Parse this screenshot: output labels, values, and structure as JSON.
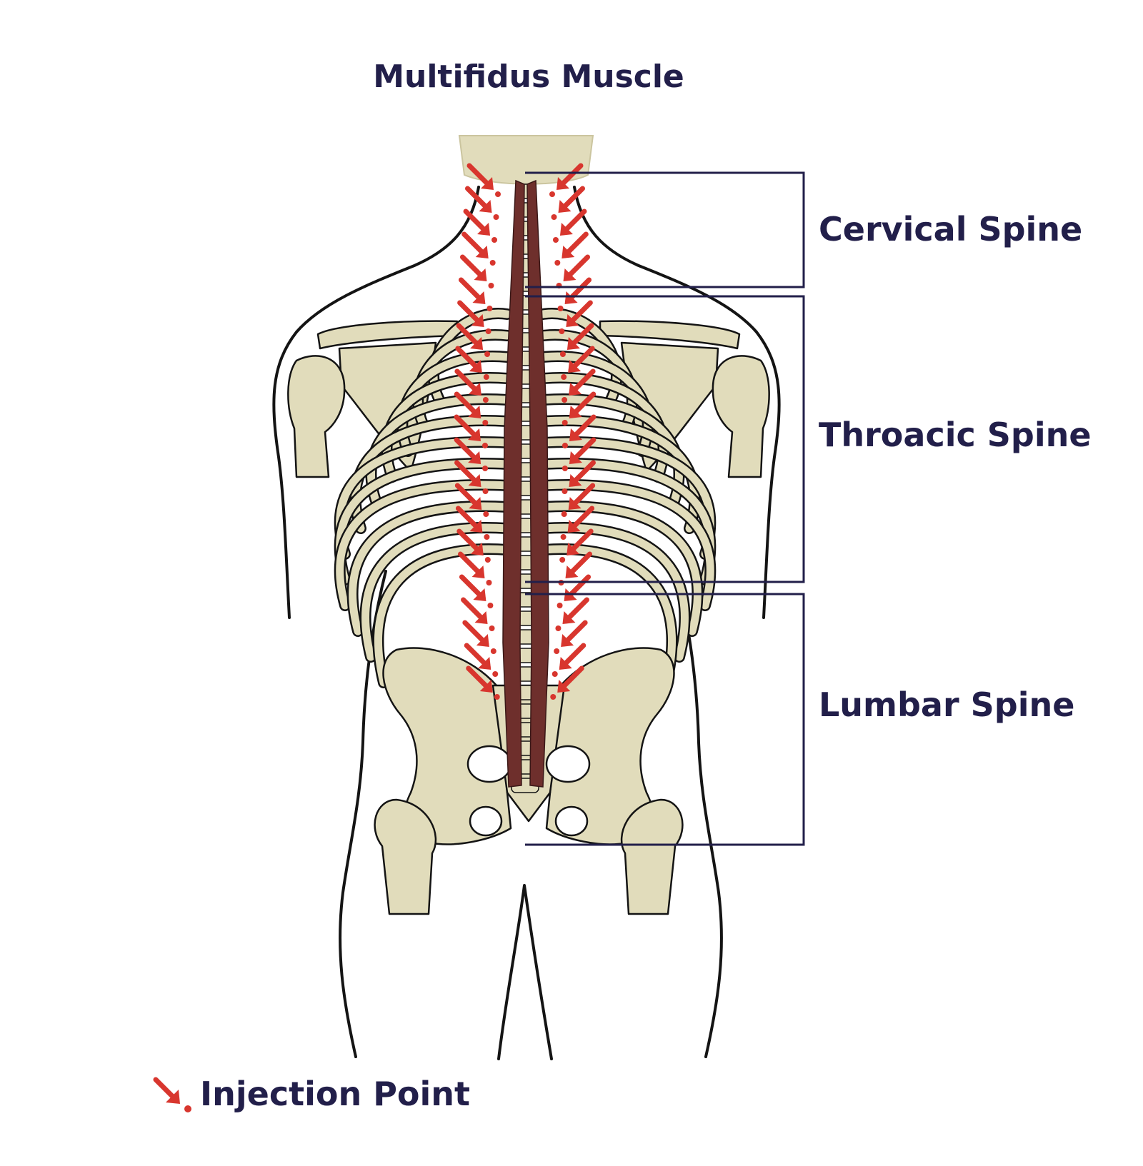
{
  "title": "Multifidus Muscle",
  "regions": [
    {
      "id": "cervical",
      "label": "Cervical Spine"
    },
    {
      "id": "thoracic",
      "label": "Throacic Spine"
    },
    {
      "id": "lumbar",
      "label": "Lumbar Spine"
    }
  ],
  "legend": {
    "label": "Injection Point",
    "icon": "injection-arrow-icon"
  },
  "colors": {
    "text": "#221f4a",
    "bone": "#e1dcbb",
    "bone_shade": "#cbc59f",
    "outline": "#141414",
    "muscle": "#6e2f2c",
    "arrow": "#d8362e",
    "bracket": "#221f4a",
    "skin": "#ffffff"
  }
}
